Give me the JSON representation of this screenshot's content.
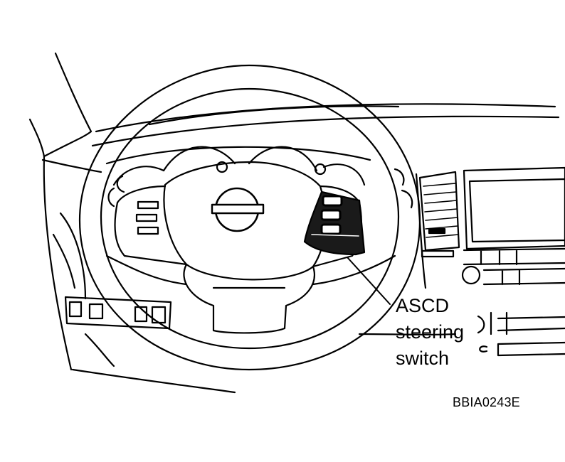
{
  "callout": {
    "line1": "ASCD",
    "line2": "steering",
    "line3": "switch"
  },
  "figure_code": "BBIA0243E",
  "colors": {
    "ink": "#000000",
    "paper": "#ffffff",
    "switch_fill": "#1a1a1a"
  },
  "icons": {
    "emblem": "nissan-emblem-icon"
  }
}
